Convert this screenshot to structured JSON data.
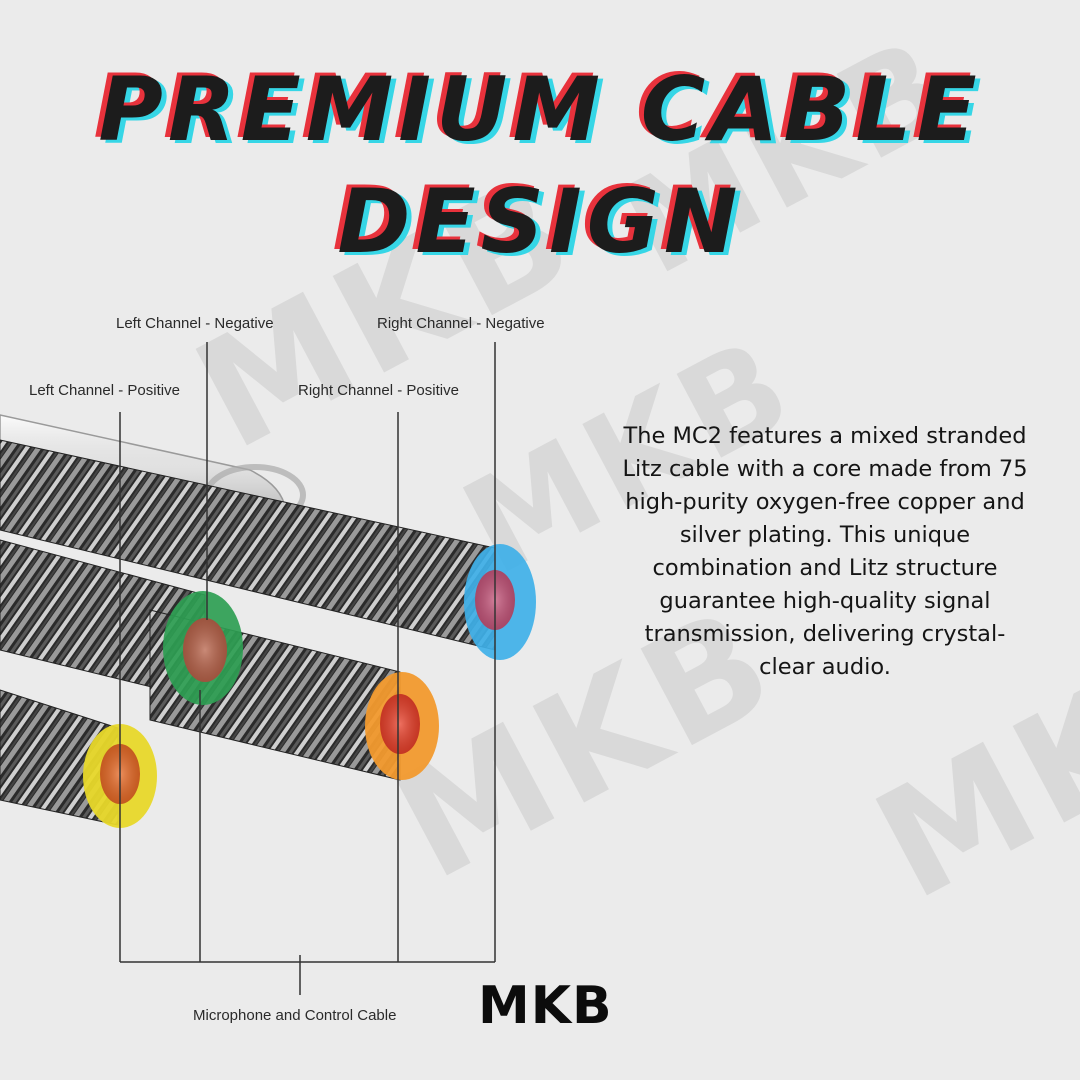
{
  "watermark": "MKB",
  "title": {
    "line1": "PREMIUM CABLE",
    "line2": "DESIGN"
  },
  "labels": {
    "left_negative": "Left Channel - Negative",
    "right_negative": "Right Channel - Negative",
    "left_positive": "Left Channel - Positive",
    "right_positive": "Right Channel - Positive",
    "mic_control": "Microphone and Control Cable"
  },
  "description": "The MC2 features a mixed stranded Litz cable with a core made from 75 high-purity oxygen-free copper and silver plating. This unique combination and Litz structure guarantee high-quality signal transmission, delivering crystal-clear audio.",
  "logo": "MKB",
  "colors": {
    "title_text": "#1c1c1c",
    "title_shadow_red": "#e8323c",
    "title_shadow_cyan": "#36d6e6",
    "core_blue": "#3fb0e8",
    "core_green": "#2e9e52",
    "core_orange": "#f29a2e",
    "core_yellow": "#e8d82a"
  }
}
